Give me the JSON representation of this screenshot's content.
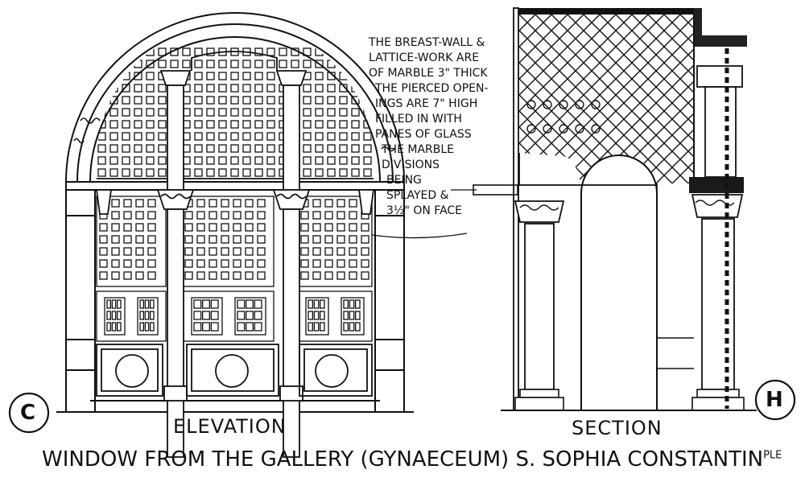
{
  "drawing": {
    "note_lines": [
      "THE BREAST-WALL &",
      "LATTICE-WORK ARE",
      "OF MARBLE 3\" THICK",
      "THE PIERCED OPEN-",
      "INGS ARE 7\" HIGH",
      "FILLED IN WITH",
      "PANES OF GLASS",
      "THE MARBLE",
      "DIVISIONS",
      "BEING",
      "SPLAYED &",
      "3½\" ON FACE"
    ],
    "elevation_label": "ELEVATION",
    "section_label": "SECTION",
    "title": "WINDOW FROM THE GALLERY (GYNAECEUM) S. SOPHIA CONSTANTIN",
    "title_suffix": "PLE",
    "marker_left": "C",
    "marker_right": "H"
  }
}
